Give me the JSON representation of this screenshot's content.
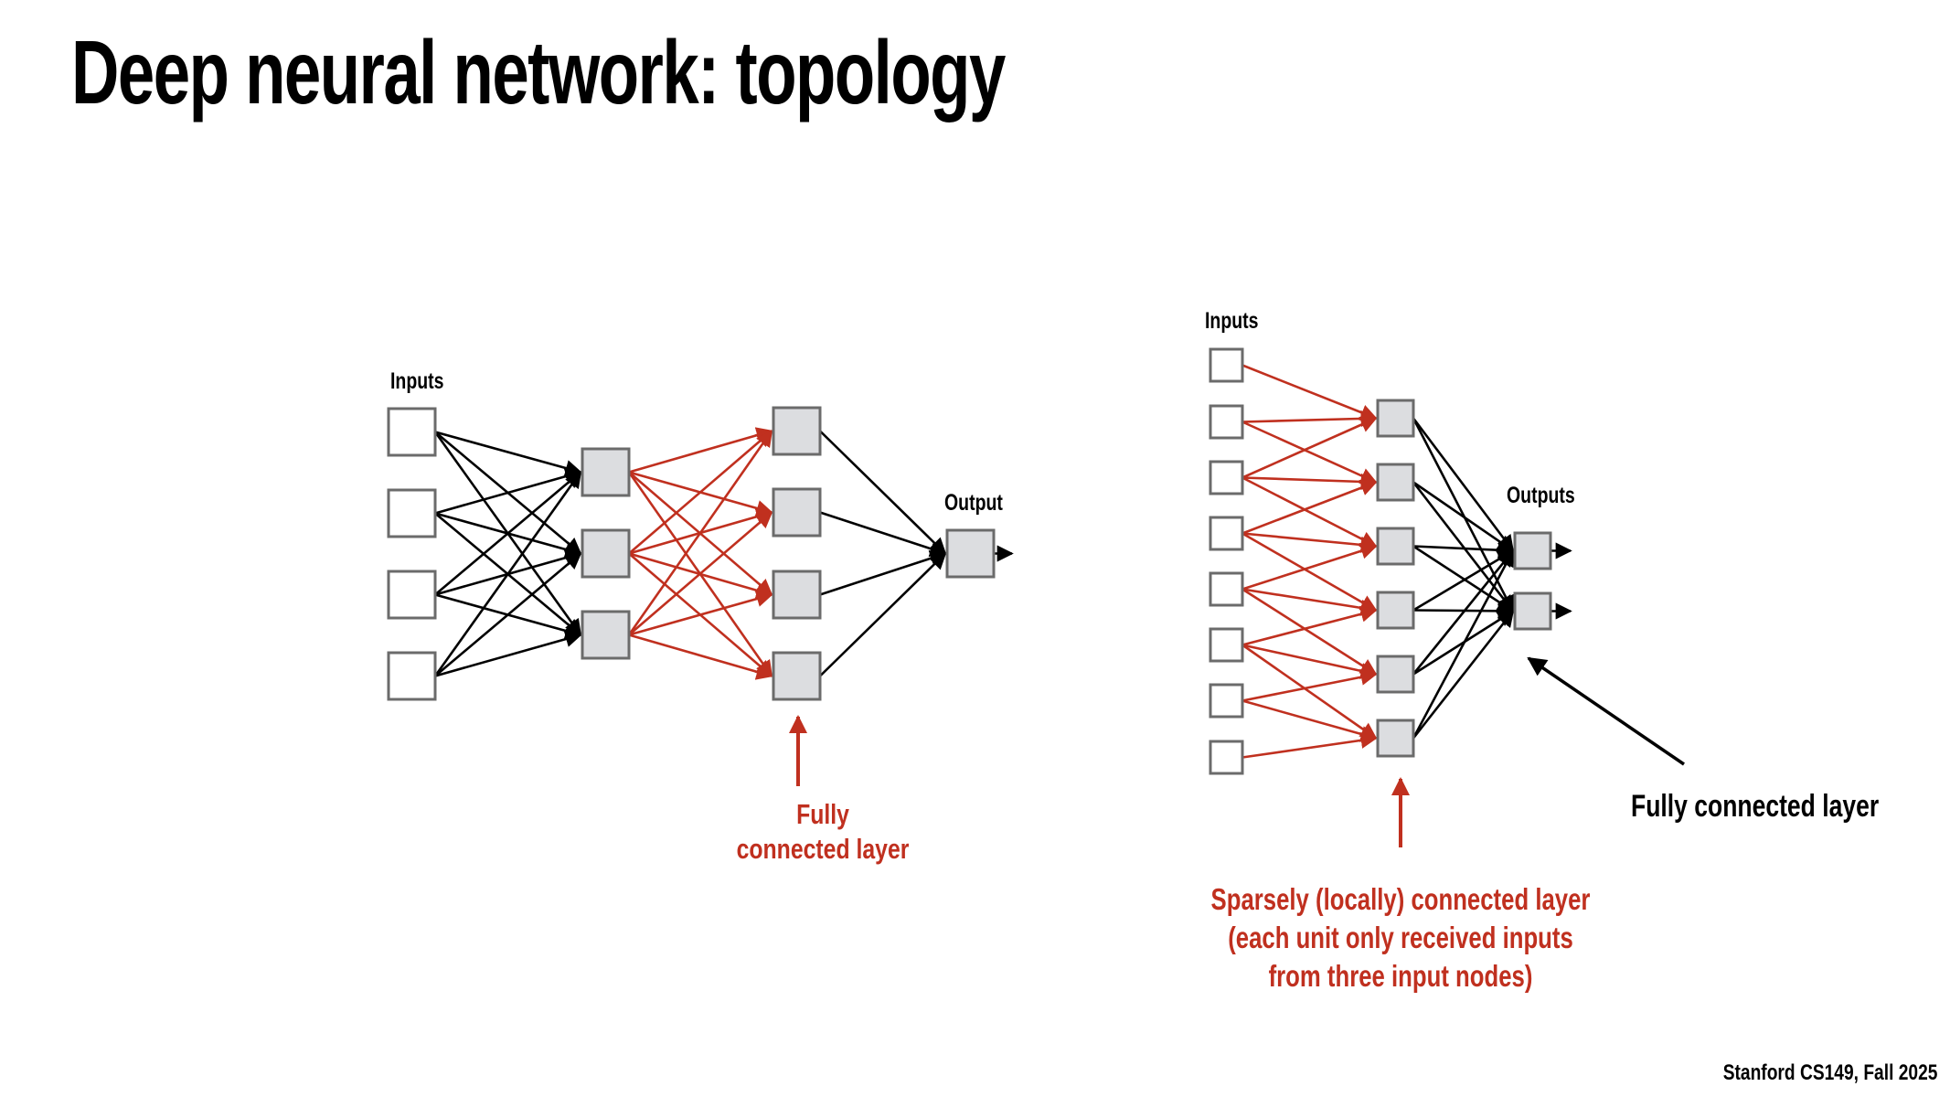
{
  "title": "Deep neural network: topology",
  "footer": "Stanford CS149, Fall 2025",
  "colors": {
    "red": "#c0301f",
    "black": "#000000",
    "node_fill": "#dcdde0",
    "node_border": "#6b6b6b"
  },
  "left_diagram": {
    "inputs_label": "Inputs",
    "output_label": "Output",
    "layers": [
      {
        "name": "inputs",
        "count": 4,
        "filled": false
      },
      {
        "name": "hidden1",
        "count": 3,
        "filled": true
      },
      {
        "name": "hidden2",
        "count": 4,
        "filled": true
      },
      {
        "name": "output",
        "count": 1,
        "filled": true
      }
    ],
    "connections": [
      {
        "from": "inputs",
        "to": "hidden1",
        "type": "full",
        "color": "black"
      },
      {
        "from": "hidden1",
        "to": "hidden2",
        "type": "full",
        "color": "red"
      },
      {
        "from": "hidden2",
        "to": "output",
        "type": "full",
        "color": "black"
      }
    ],
    "annotation": {
      "line1": "Fully",
      "line2": "connected layer"
    }
  },
  "right_diagram": {
    "inputs_label": "Inputs",
    "outputs_label": "Outputs",
    "layers": [
      {
        "name": "inputs",
        "count": 8,
        "filled": false
      },
      {
        "name": "hidden",
        "count": 6,
        "filled": true
      },
      {
        "name": "outputs",
        "count": 2,
        "filled": true
      }
    ],
    "sparse_connections": [
      [
        0,
        0
      ],
      [
        1,
        0
      ],
      [
        1,
        1
      ],
      [
        2,
        0
      ],
      [
        2,
        1
      ],
      [
        2,
        2
      ],
      [
        3,
        1
      ],
      [
        3,
        2
      ],
      [
        3,
        3
      ],
      [
        4,
        2
      ],
      [
        4,
        3
      ],
      [
        4,
        4
      ],
      [
        5,
        3
      ],
      [
        5,
        4
      ],
      [
        5,
        5
      ],
      [
        6,
        4
      ],
      [
        6,
        5
      ],
      [
        7,
        5
      ]
    ],
    "connections": [
      {
        "from": "inputs",
        "to": "hidden",
        "type": "sparse",
        "color": "red"
      },
      {
        "from": "hidden",
        "to": "outputs",
        "type": "full",
        "color": "black"
      }
    ],
    "annotation_sparse": {
      "line1": "Sparsely (locally) connected layer",
      "line2": "(each unit only received inputs",
      "line3": "from three input nodes)"
    },
    "annotation_full": "Fully connected layer"
  }
}
